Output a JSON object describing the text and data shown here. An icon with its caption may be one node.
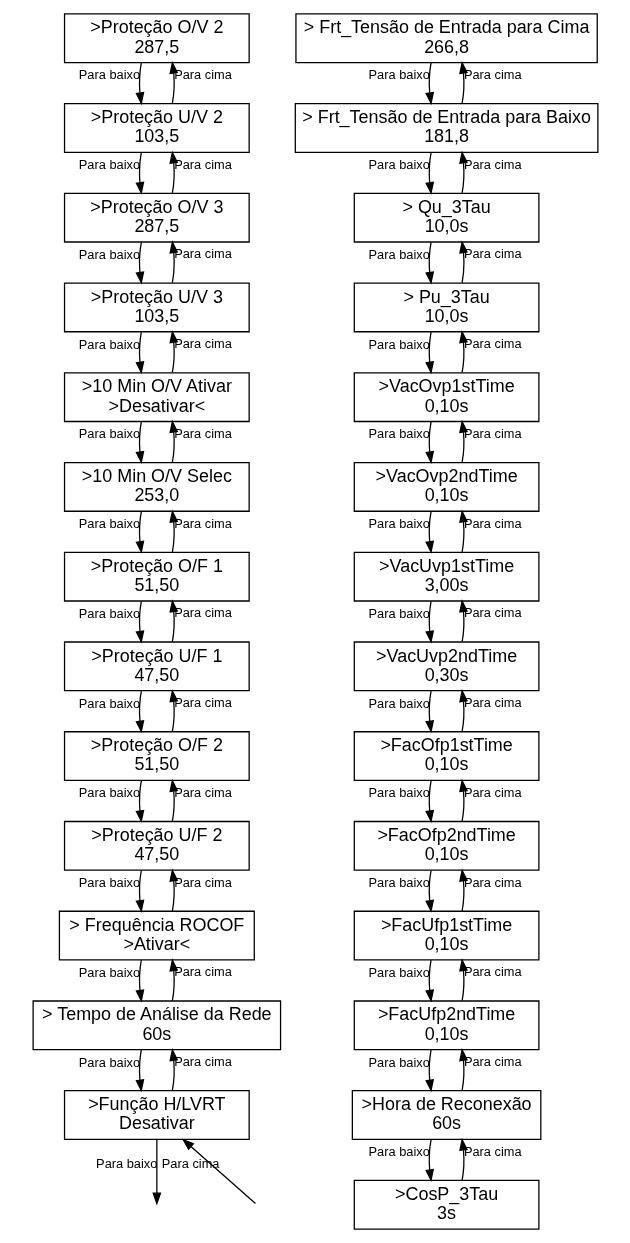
{
  "diagram": {
    "nodes": [
      {
        "text": [
          ">Proteção O/V 2",
          "287,5"
        ]
      },
      {
        "text": [
          ">Proteção U/V 2",
          "103,5"
        ]
      },
      {
        "text": [
          ">Proteção O/V 3",
          "287,5"
        ]
      },
      {
        "text": [
          ">Proteção U/V 3",
          "103,5"
        ]
      },
      {
        "text": [
          ">10 Min O/V Ativar",
          ">Desativar<"
        ]
      },
      {
        "text": [
          ">10 Min O/V Selec",
          "253,0"
        ]
      },
      {
        "text": [
          ">Proteção O/F 1",
          "51,50"
        ]
      },
      {
        "text": [
          ">Proteção U/F 1",
          "47,50"
        ]
      },
      {
        "text": [
          ">Proteção O/F 2",
          "51,50"
        ]
      },
      {
        "text": [
          ">Proteção U/F 2",
          "47,50"
        ]
      },
      {
        "text": [
          "> Frequência ROCOF",
          ">Ativar<"
        ]
      },
      {
        "text": [
          "> Tempo de Análise da Rede",
          "60s"
        ]
      },
      {
        "text": [
          ">Função H/LVRT",
          "Desativar"
        ]
      },
      {
        "text": [
          "> Frt_Tensão de Entrada para Cima",
          "266,8"
        ]
      },
      {
        "text": [
          "> Frt_Tensão de Entrada para Baixo",
          "181,8"
        ]
      },
      {
        "text": [
          "> Qu_3Tau",
          "10,0s"
        ]
      },
      {
        "text": [
          "> Pu_3Tau",
          "10,0s"
        ]
      },
      {
        "text": [
          ">VacOvp1stTime",
          "0,10s"
        ]
      },
      {
        "text": [
          ">VacOvp2ndTime",
          "0,10s"
        ]
      },
      {
        "text": [
          ">VacUvp1stTime",
          "3,00s"
        ]
      },
      {
        "text": [
          ">VacUvp2ndTime",
          "0,30s"
        ]
      },
      {
        "text": [
          ">FacOfp1stTime",
          "0,10s"
        ]
      },
      {
        "text": [
          ">FacOfp2ndTime",
          "0,10s"
        ]
      },
      {
        "text": [
          ">FacUfp1stTime",
          "0,10s"
        ]
      },
      {
        "text": [
          ">FacUfp2ndTime",
          "0,10s"
        ]
      },
      {
        "text": [
          ">Hora de Reconexão",
          "60s"
        ]
      },
      {
        "text": [
          ">CosP_3Tau",
          "3s"
        ]
      }
    ],
    "edges": [
      {
        "from": 1,
        "to": 0,
        "arrow": "to",
        "label": "Para cima"
      },
      {
        "from": 0,
        "to": 1,
        "arrow": "to",
        "label": "Para baixo"
      },
      {
        "from": 2,
        "to": 1,
        "arrow": "to",
        "label": "Para cima"
      },
      {
        "from": 1,
        "to": 2,
        "arrow": "to",
        "label": "Para baixo"
      },
      {
        "from": 3,
        "to": 2,
        "arrow": "to",
        "label": "Para cima"
      },
      {
        "from": 2,
        "to": 3,
        "arrow": "to",
        "label": "Para baixo"
      },
      {
        "from": 4,
        "to": 3,
        "arrow": "to",
        "label": "Para cima"
      },
      {
        "from": 3,
        "to": 4,
        "arrow": "to",
        "label": "Para baixo"
      },
      {
        "from": 5,
        "to": 4,
        "arrow": "to",
        "label": "Para cima"
      },
      {
        "from": 4,
        "to": 5,
        "arrow": "to",
        "label": "Para baixo"
      },
      {
        "from": 6,
        "to": 5,
        "arrow": "to",
        "label": "Para cima"
      },
      {
        "from": 5,
        "to": 6,
        "arrow": "to",
        "label": "Para baixo"
      },
      {
        "from": 7,
        "to": 6,
        "arrow": "to",
        "label": "Para cima"
      },
      {
        "from": 6,
        "to": 7,
        "arrow": "to",
        "label": "Para baixo"
      },
      {
        "from": 8,
        "to": 7,
        "arrow": "to",
        "label": "Para cima"
      },
      {
        "from": 7,
        "to": 8,
        "arrow": "to",
        "label": "Para baixo"
      },
      {
        "from": 9,
        "to": 8,
        "arrow": "to",
        "label": "Para cima"
      },
      {
        "from": 8,
        "to": 9,
        "arrow": "to",
        "label": "Para baixo"
      },
      {
        "from": 10,
        "to": 9,
        "arrow": "to",
        "label": "Para cima"
      },
      {
        "from": 9,
        "to": 10,
        "arrow": "to",
        "label": "Para baixo"
      },
      {
        "from": 11,
        "to": 10,
        "arrow": "to",
        "label": "Para cima"
      },
      {
        "from": 10,
        "to": 11,
        "arrow": "to",
        "label": "Para baixo"
      },
      {
        "from": 12,
        "to": 11,
        "arrow": "to",
        "label": "Para cima"
      },
      {
        "from": 11,
        "to": 12,
        "arrow": "to",
        "label": "Para baixo"
      },
      {
        "from": null,
        "to": 12,
        "arrow": "to",
        "label": "Para cima"
      },
      {
        "from": 12,
        "to": null,
        "arrow": "to",
        "label": "Para baixo"
      },
      {
        "from": 14,
        "to": 13,
        "arrow": "to",
        "label": "Para cima"
      },
      {
        "from": 13,
        "to": 14,
        "arrow": "to",
        "label": "Para baixo"
      },
      {
        "from": 15,
        "to": 14,
        "arrow": "to",
        "label": "Para cima"
      },
      {
        "from": 14,
        "to": 15,
        "arrow": "to",
        "label": "Para baixo"
      },
      {
        "from": 16,
        "to": 15,
        "arrow": "to",
        "label": "Para cima"
      },
      {
        "from": 15,
        "to": 16,
        "arrow": "to",
        "label": "Para baixo"
      },
      {
        "from": 17,
        "to": 16,
        "arrow": "to",
        "label": "Para cima"
      },
      {
        "from": 16,
        "to": 17,
        "arrow": "to",
        "label": "Para baixo"
      },
      {
        "from": 18,
        "to": 17,
        "arrow": "to",
        "label": "Para cima"
      },
      {
        "from": 17,
        "to": 18,
        "arrow": "to",
        "label": "Para baixo"
      },
      {
        "from": 19,
        "to": 18,
        "arrow": "to",
        "label": "Para cima"
      },
      {
        "from": 18,
        "to": 19,
        "arrow": "to",
        "label": "Para baixo"
      },
      {
        "from": 20,
        "to": 19,
        "arrow": "to",
        "label": "Para cima"
      },
      {
        "from": 19,
        "to": 20,
        "arrow": "to",
        "label": "Para baixo"
      },
      {
        "from": 21,
        "to": 20,
        "arrow": "to",
        "label": "Para cima"
      },
      {
        "from": 20,
        "to": 21,
        "arrow": "to",
        "label": "Para baixo"
      },
      {
        "from": 22,
        "to": 21,
        "arrow": "to",
        "label": "Para cima"
      },
      {
        "from": 21,
        "to": 22,
        "arrow": "to",
        "label": "Para baixo"
      },
      {
        "from": 23,
        "to": 22,
        "arrow": "to",
        "label": "Para cima"
      },
      {
        "from": 22,
        "to": 23,
        "arrow": "to",
        "label": "Para baixo"
      },
      {
        "from": 24,
        "to": 23,
        "arrow": "to",
        "label": "Para cima"
      },
      {
        "from": 23,
        "to": 24,
        "arrow": "to",
        "label": "Para baixo"
      },
      {
        "from": 25,
        "to": 24,
        "arrow": "to",
        "label": "Para cima"
      },
      {
        "from": 24,
        "to": 25,
        "arrow": "to",
        "label": "Para baixo"
      },
      {
        "from": 26,
        "to": 25,
        "arrow": "to",
        "label": "Para cima"
      },
      {
        "from": 25,
        "to": 26,
        "arrow": "to",
        "label": "Para baixo"
      }
    ]
  }
}
